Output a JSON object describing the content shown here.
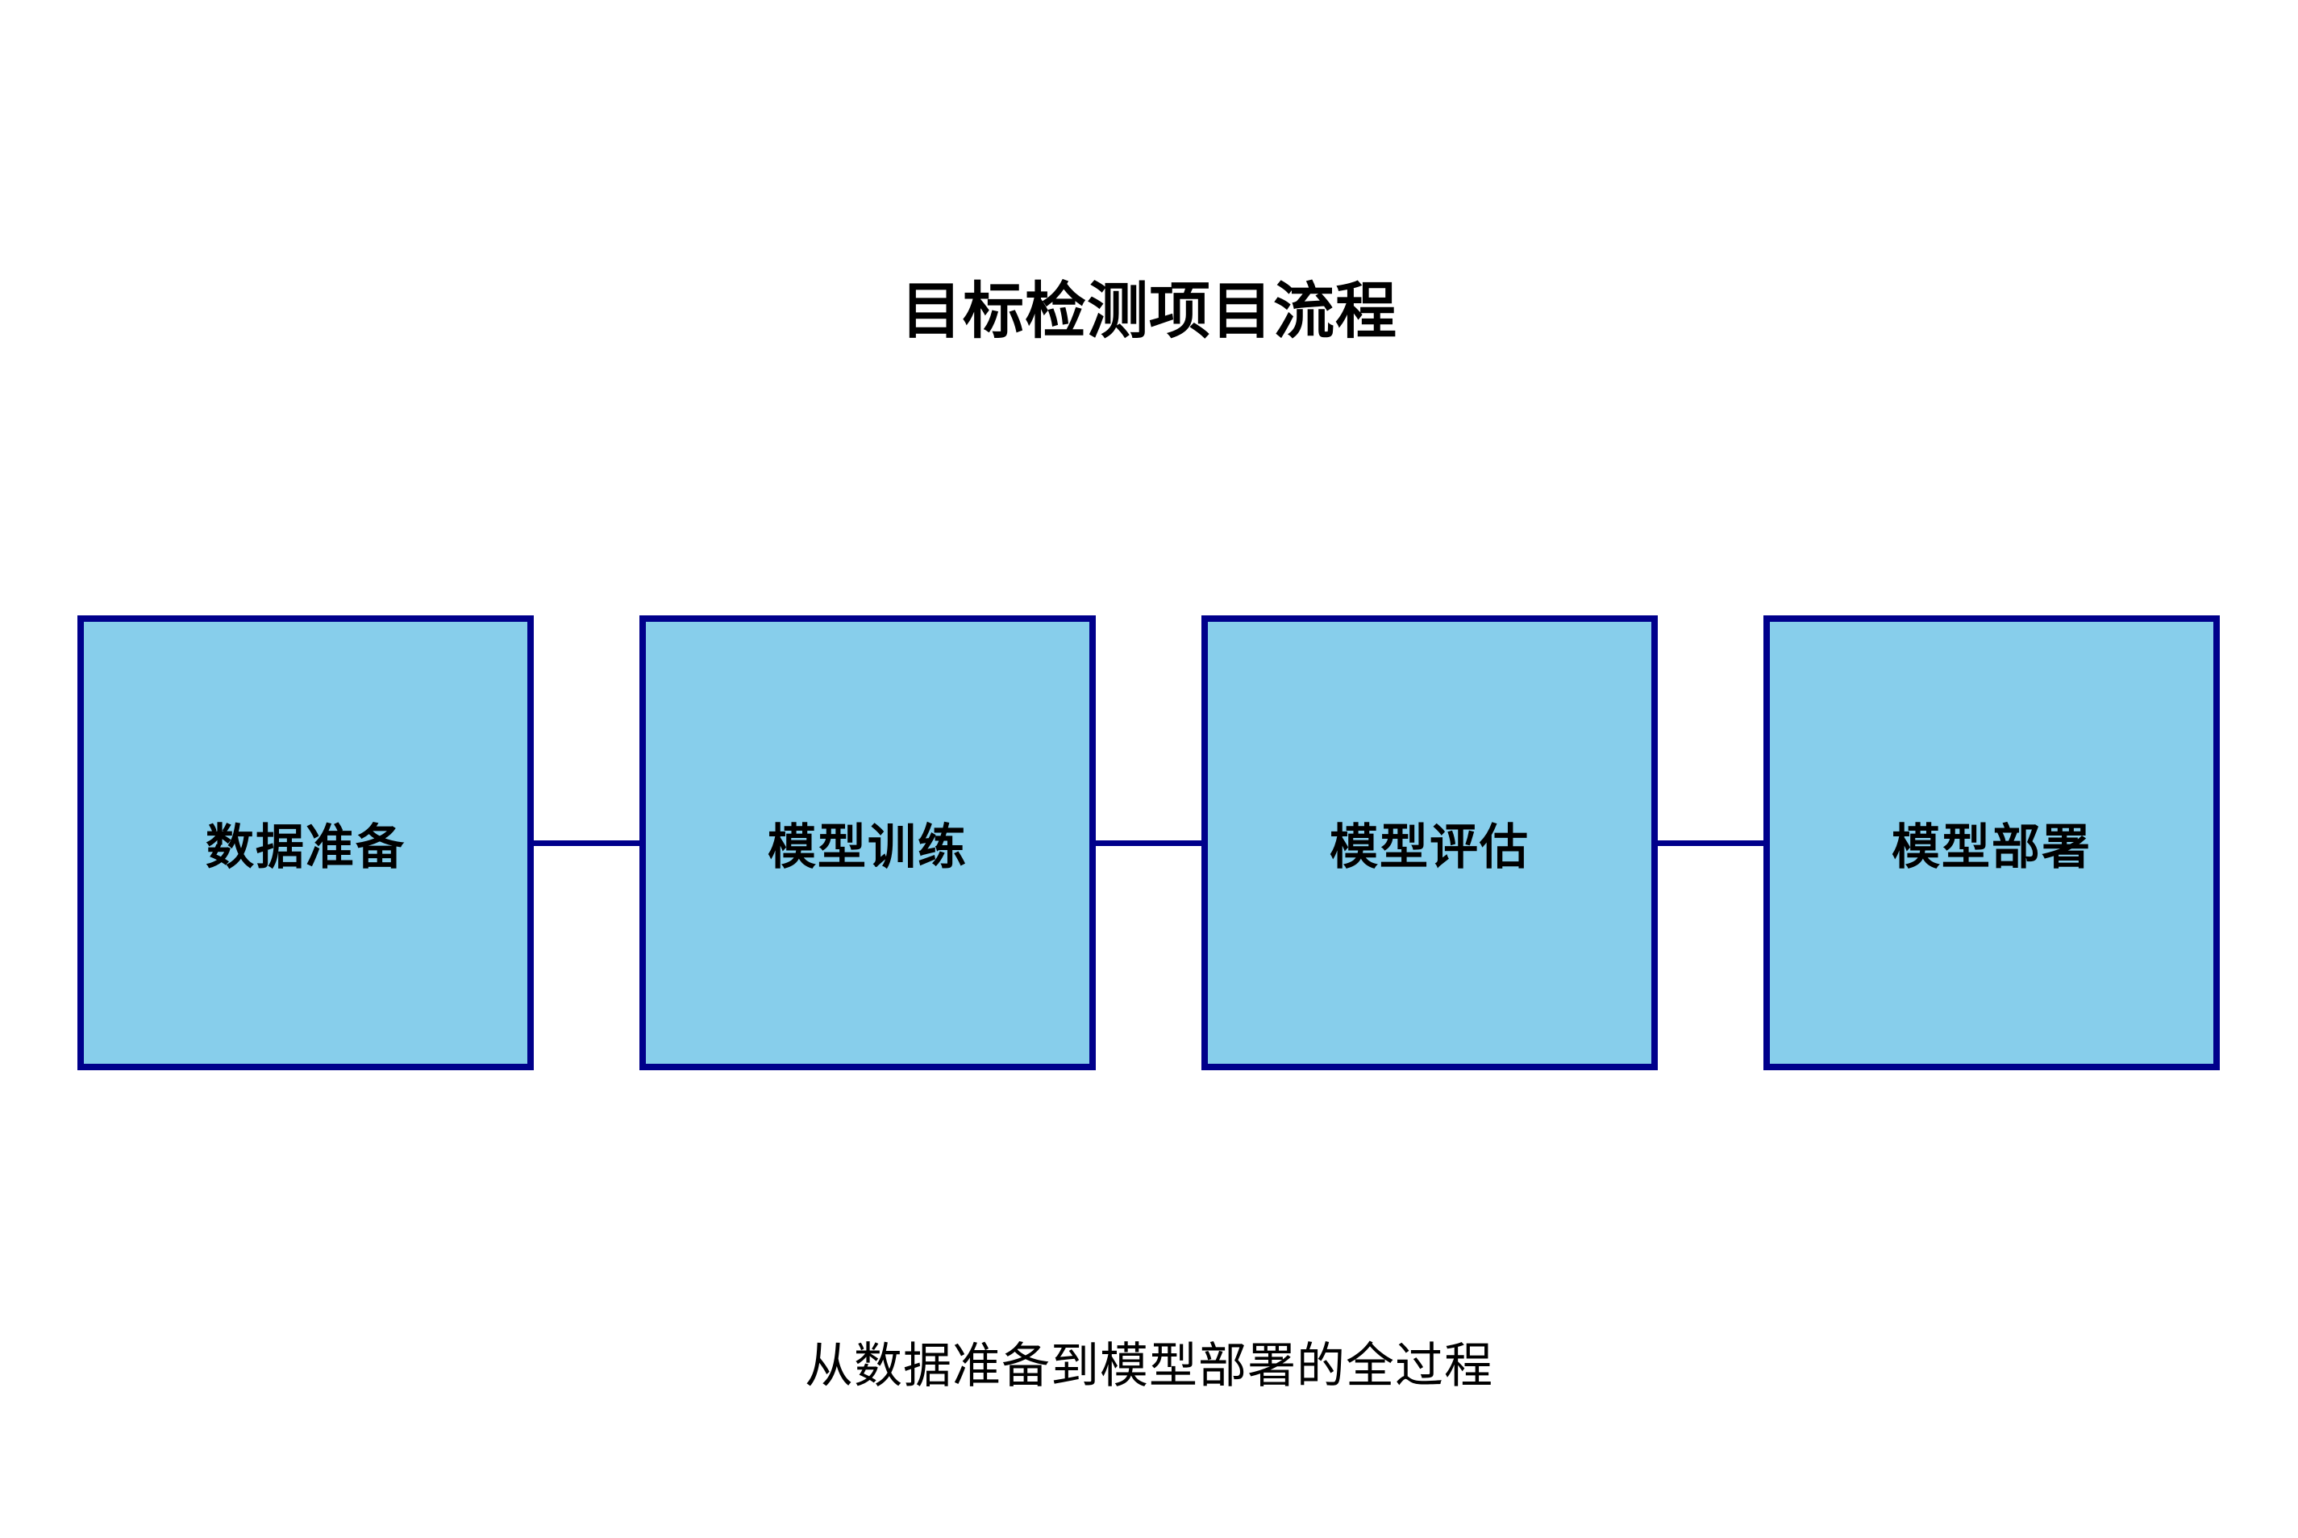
{
  "title": "目标检测项目流程",
  "caption": "从数据准备到模型部署的全过程",
  "flow": {
    "steps": [
      {
        "label": "数据准备"
      },
      {
        "label": "模型训练"
      },
      {
        "label": "模型评估"
      },
      {
        "label": "模型部署"
      }
    ]
  },
  "colors": {
    "page-bg": "#FFFFFF",
    "box-fill": "#87CEEB",
    "box-border": "#00008B",
    "connector": "#00008B",
    "text": "#000000"
  }
}
